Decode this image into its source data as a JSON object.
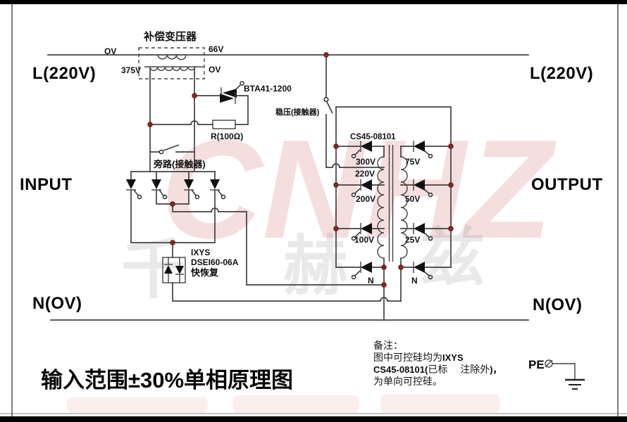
{
  "title": "输入范围±30%单相原理图",
  "terminals": {
    "left_line": "L(220V)",
    "left_mid": "INPUT",
    "left_neutral": "N(OV)",
    "right_line": "L(220V)",
    "right_mid": "OUTPUT",
    "right_neutral": "N(OV)"
  },
  "comp_transformer": {
    "name": "补偿变压器",
    "prim_left": "OV",
    "prim_right": "66V",
    "sec_left": "375V",
    "sec_right": "OV"
  },
  "components": {
    "triac": "BTA41-1200",
    "resistor": "R(100Ω)",
    "bypass_switch": "旁路(接触器)",
    "regulator_switch": "稳压(接触器)",
    "scr_model": "CS45-08101",
    "diode_brand": "IXYS",
    "diode_model": "DSEI60-06A",
    "diode_type": "快恢复"
  },
  "taps_left": [
    "300V",
    "220V",
    "200V",
    "100V",
    "N"
  ],
  "taps_right": [
    "75V",
    "50V",
    "25V",
    "N"
  ],
  "notes": {
    "heading": "备注：",
    "line1_a": "图中可控硅均为",
    "line1_b": "IXYS",
    "line2_a": "CS45-08101(",
    "line2_b": "已标　 注除外",
    "line2_c": ")，",
    "line3": "为单向可控硅。"
  },
  "pe_label": "PE",
  "watermark": {
    "latin": "CNHZ",
    "cn_1": "千",
    "cn_2": "赫",
    "cn_3": "兹"
  },
  "colors": {
    "wire": "#424242",
    "junction": "#8b2a22",
    "watermark_pink": "#cd5c5a",
    "watermark_gray": "#6e6e6e"
  }
}
